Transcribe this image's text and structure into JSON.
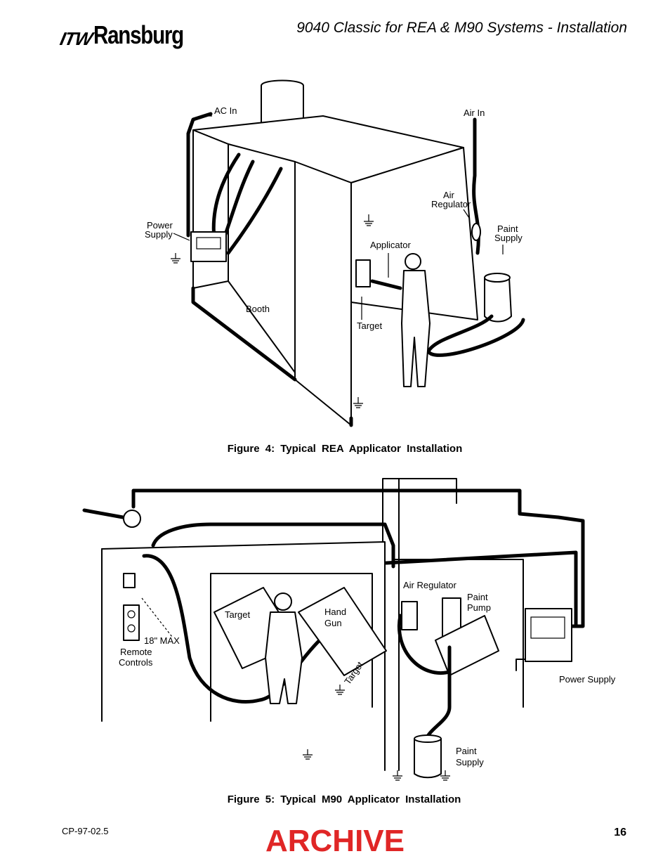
{
  "header": {
    "logo_prefix": "ITW",
    "logo_brand": "Ransburg",
    "title": "9040 Classic for REA & M90 Systems - Installation"
  },
  "figure4": {
    "caption": "Figure 4: Typical REA Applicator Installation",
    "labels": {
      "ac_in": "AC In",
      "air_in": "Air In",
      "air_regulator_1": "Air",
      "air_regulator_2": "Regulator",
      "paint_supply_1": "Paint",
      "paint_supply_2": "Supply",
      "power_supply_1": "Power",
      "power_supply_2": "Supply",
      "applicator": "Applicator",
      "booth": "Booth",
      "target": "Target"
    }
  },
  "figure5": {
    "caption": "Figure 5: Typical M90 Applicator Installation",
    "labels": {
      "air_regulator": "Air Regulator",
      "paint_pump_1": "Paint",
      "paint_pump_2": "Pump",
      "target": "Target",
      "hand_gun_1": "Hand",
      "hand_gun_2": "Gun",
      "target_rotated": "Target",
      "max_distance": "18\" MAX",
      "remote_controls_1": "Remote",
      "remote_controls_2": "Controls",
      "power_supply": "Power Supply",
      "paint_supply_1": "Paint",
      "paint_supply_2": "Supply"
    }
  },
  "footer": {
    "doc_code": "CP-97-02.5",
    "archive": "ARCHIVE",
    "page_number": "16"
  }
}
